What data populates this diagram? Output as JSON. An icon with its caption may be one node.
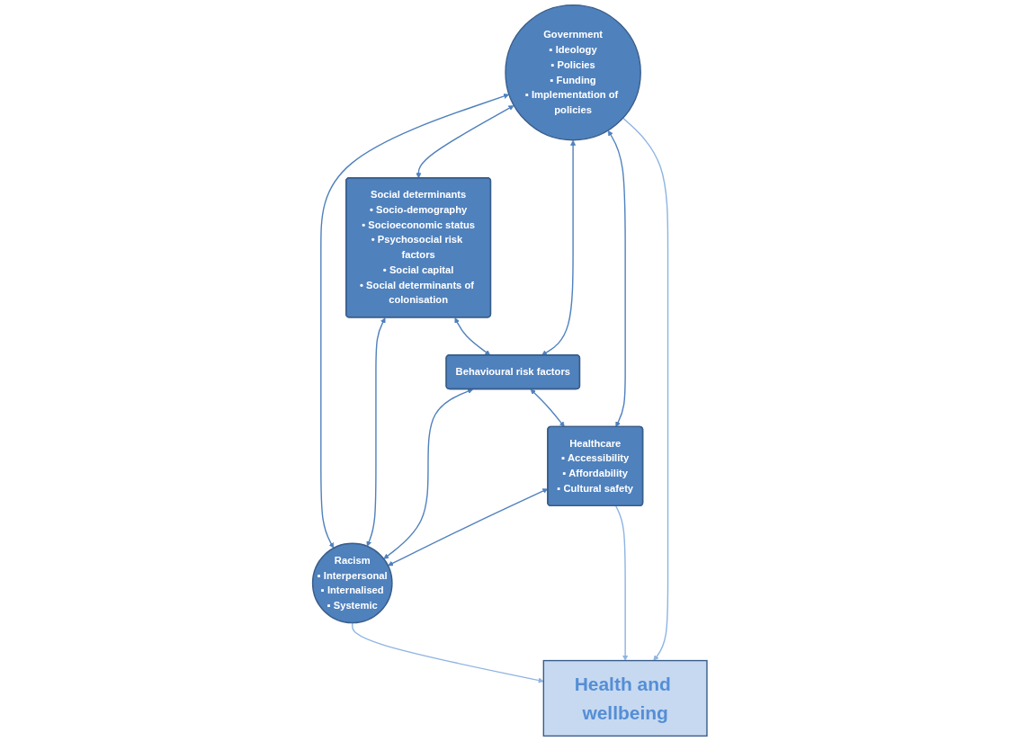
{
  "diagram": {
    "nodes": [
      {
        "text": [
          "Social determinants",
          "• Socio-demography",
          "• Socioeconomic status",
          "• Psychosocial risk factors",
          "• Social capital",
          "• Social determinants of colonisation"
        ]
      },
      {
        "text": [
          "Government",
          "▪ Ideology",
          "▪ Policies",
          "▪ Funding",
          "▪ Implementation of policies"
        ]
      },
      {
        "text": [
          "Behavioural risk factors"
        ]
      },
      {
        "text": [
          "Racism",
          "▪ Interpersonal",
          "▪ Internalised",
          "▪ Systemic"
        ]
      },
      {
        "text": [
          "Healthcare",
          "▪ Accessibility",
          "▪ Affordability",
          "▪ Cultural safety"
        ]
      },
      {
        "text": [
          "Health and wellbeing"
        ]
      }
    ],
    "edges": [
      {
        "from": 1,
        "to": 3,
        "arrow": "both"
      },
      {
        "from": 1,
        "to": 0,
        "arrow": "both"
      },
      {
        "from": 0,
        "to": 3,
        "arrow": "both"
      },
      {
        "from": 0,
        "to": 2,
        "arrow": "both"
      },
      {
        "from": 1,
        "to": 2,
        "arrow": "both"
      },
      {
        "from": 2,
        "to": 3,
        "arrow": "both"
      },
      {
        "from": 2,
        "to": 4,
        "arrow": "both"
      },
      {
        "from": 1,
        "to": 4,
        "arrow": "both"
      },
      {
        "from": 4,
        "to": 3,
        "arrow": "both"
      },
      {
        "from": 1,
        "to": 5,
        "arrow": "to",
        "color": "#8eb4e3"
      },
      {
        "from": 4,
        "to": 5,
        "arrow": "to",
        "color": "#8eb4e3"
      },
      {
        "from": 3,
        "to": 5,
        "arrow": "to",
        "color": "#8eb4e3"
      }
    ]
  }
}
